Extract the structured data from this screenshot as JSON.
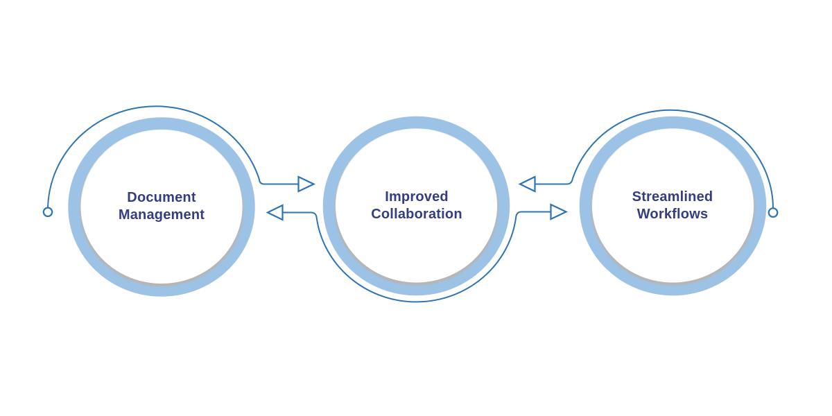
{
  "diagram": {
    "type": "process-flow",
    "nodes": [
      {
        "id": "document-management",
        "label": "Document Management"
      },
      {
        "id": "improved-collaboration",
        "label": "Improved Collaboration"
      },
      {
        "id": "streamlined-workflows",
        "label": "Streamlined Workflows"
      }
    ],
    "connections": [
      {
        "from": "document-management",
        "to": "improved-collaboration",
        "style": "hollow-arrow-right",
        "route": "arc-over-top-of-document-management"
      },
      {
        "from": "improved-collaboration",
        "to": "document-management",
        "style": "hollow-arrow-left",
        "route": "arc-under-bottom-of-improved-collaboration"
      },
      {
        "from": "improved-collaboration",
        "to": "streamlined-workflows",
        "style": "hollow-arrow-right",
        "route": "arc-under-bottom-of-improved-collaboration"
      },
      {
        "from": "streamlined-workflows",
        "to": "improved-collaboration",
        "style": "hollow-arrow-left",
        "route": "arc-over-top-of-streamlined-workflows"
      }
    ],
    "terminals": [
      {
        "position": "far-left"
      },
      {
        "position": "far-right"
      }
    ],
    "colors": {
      "ring": "#9CC2E5",
      "connector": "#2E74B5",
      "label_text": "#353D80",
      "inner_shadow": "#B5B5B5",
      "node_fill": "#FFFFFF",
      "background": "#FFFFFF"
    }
  }
}
